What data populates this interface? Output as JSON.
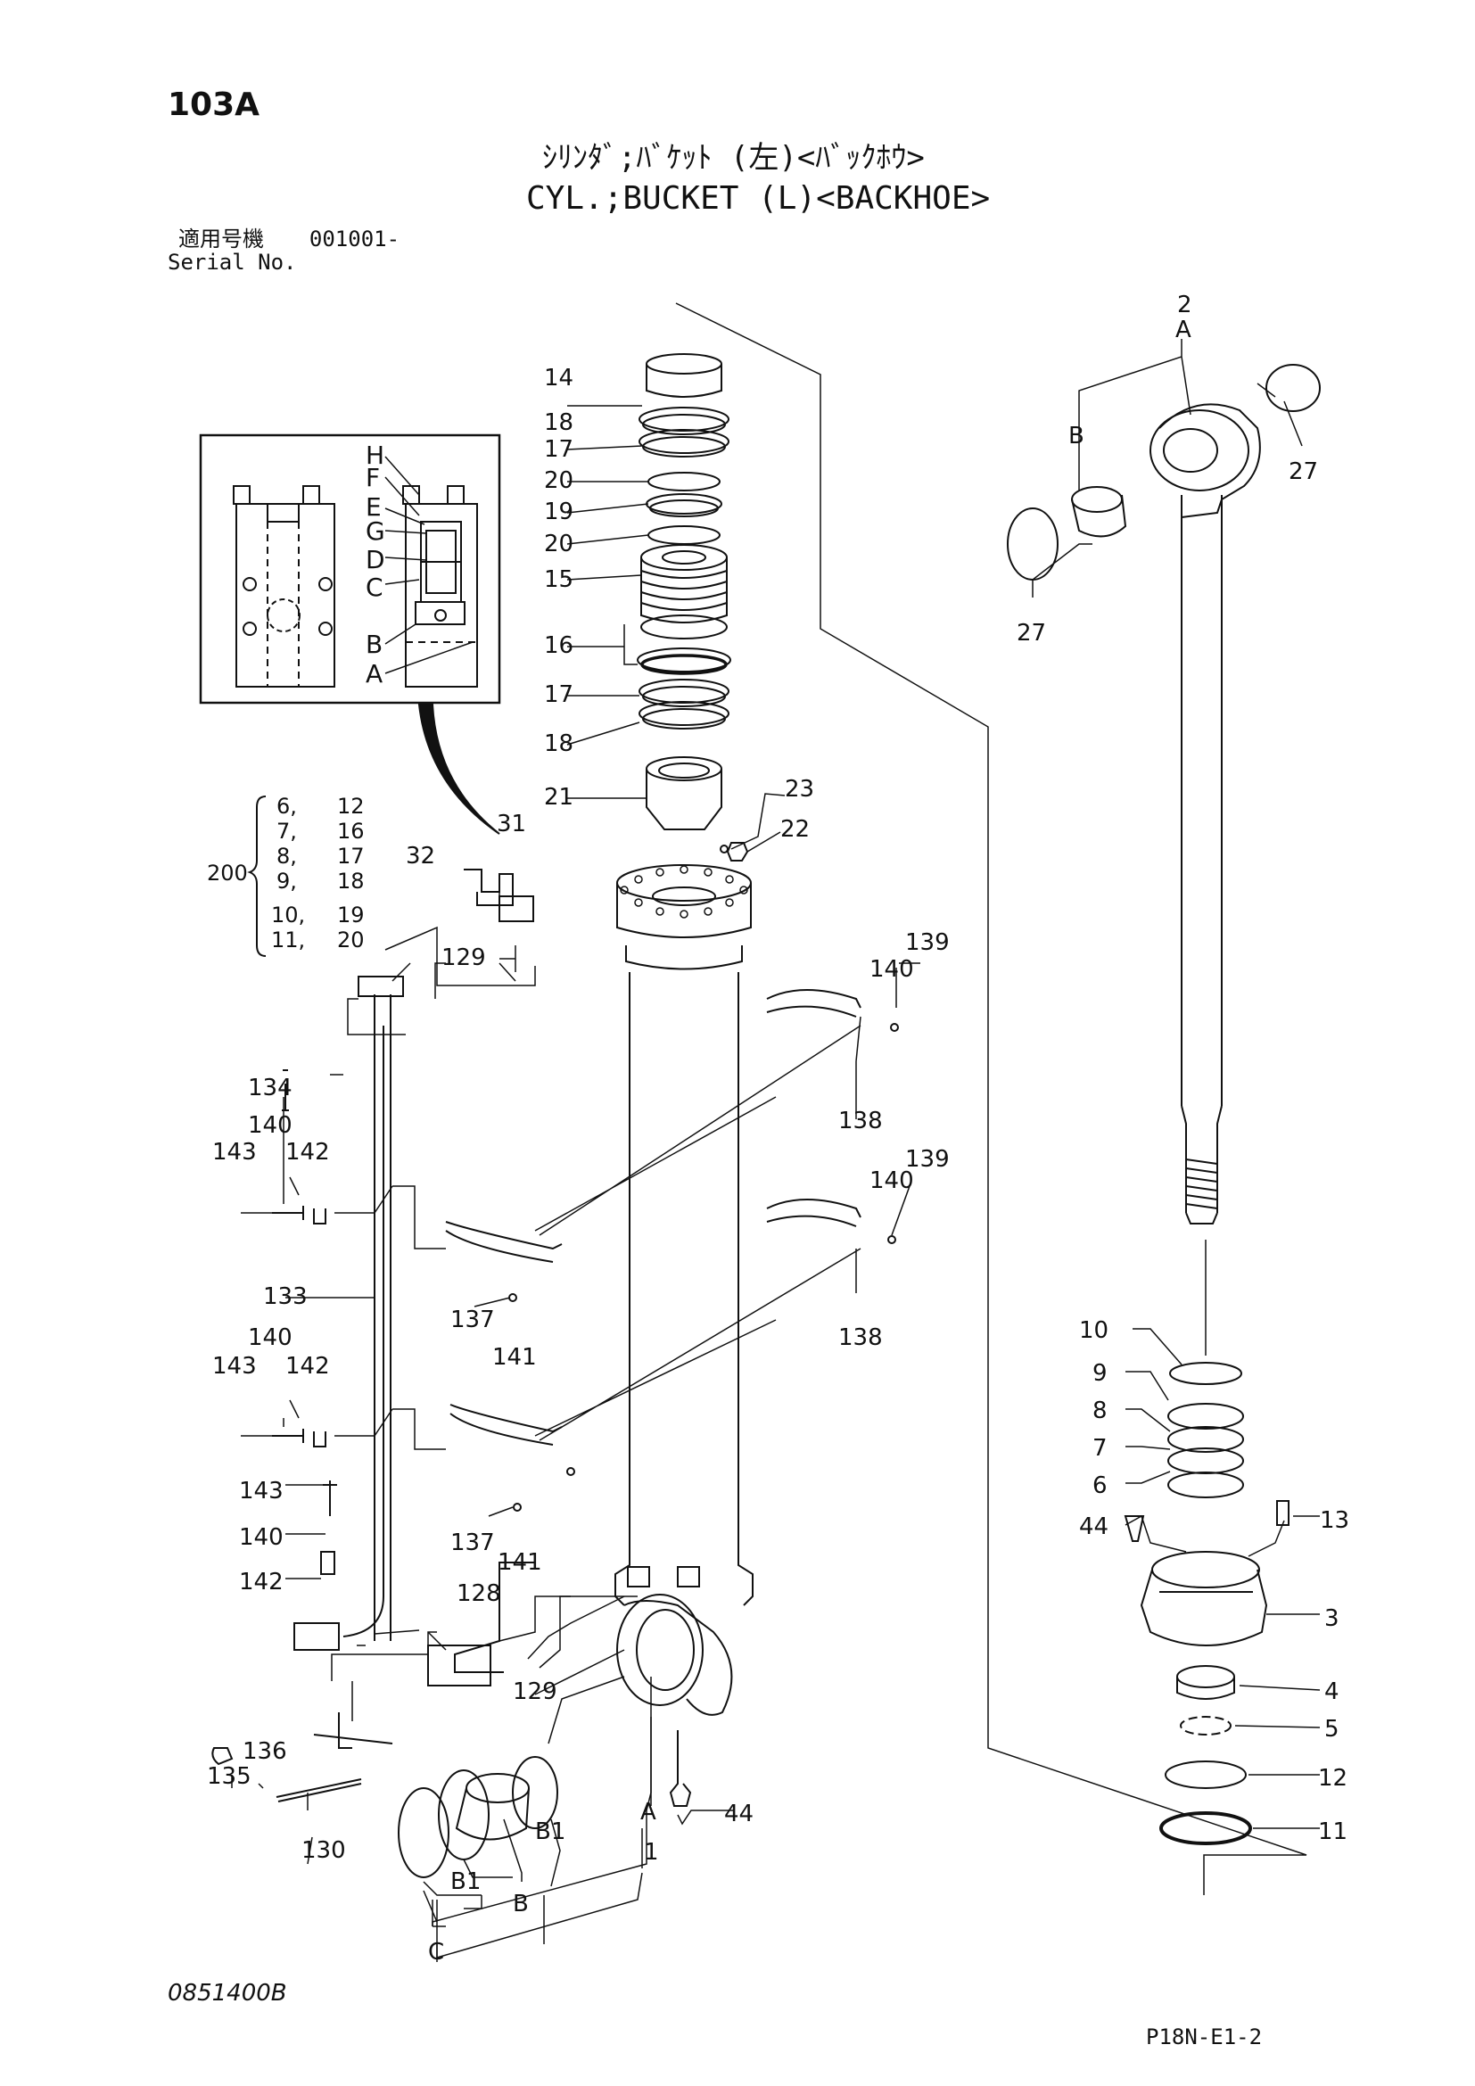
{
  "header": {
    "page_code": "103A",
    "title_jp": "ｼﾘﾝﾀﾞ;ﾊﾞｹｯﾄ (左)<ﾊﾞｯｸﾎｳ>",
    "title_en": "CYL.;BUCKET (L)<BACKHOE>",
    "serial_label_jp": "適用号機",
    "serial_value": "001001-",
    "serial_label_en": "Serial No."
  },
  "footer": {
    "drawing_number": "0851400B",
    "sheet_code": "P18N-E1-2"
  },
  "kit_200": {
    "label": "200",
    "pairs": [
      [
        "6,",
        "12"
      ],
      [
        "7,",
        "16"
      ],
      [
        "8,",
        "17"
      ],
      [
        "9,",
        "18"
      ],
      [
        "10,",
        "19"
      ],
      [
        "11,",
        "20"
      ]
    ]
  },
  "inset_labels": [
    "H",
    "F",
    "E",
    "G",
    "D",
    "C",
    "B",
    "A"
  ],
  "part_labels": {
    "p14": "14",
    "p18a": "18",
    "p17a": "17",
    "p20a": "20",
    "p19": "19",
    "p20b": "20",
    "p15": "15",
    "p16": "16",
    "p17b": "17",
    "p18b": "18",
    "p21": "21",
    "p23": "23",
    "p22": "22",
    "p31": "31",
    "p32": "32",
    "p129a": "129",
    "p2": "2",
    "pA_rod": "A",
    "pB_rod": "B",
    "p27a": "27",
    "p27b": "27",
    "p139a": "139",
    "p140a": "140",
    "p138a": "138",
    "p134": "134",
    "p140b": "140",
    "p143a": "143",
    "p142a": "142",
    "p139b": "139",
    "p140c": "140",
    "p137a": "137",
    "p141a": "141",
    "p138b": "138",
    "p133": "133",
    "p140d": "140",
    "p143b": "143",
    "p142b": "142",
    "p10": "10",
    "p9": "9",
    "p8": "8",
    "p7": "7",
    "p6": "6",
    "p44a": "44",
    "p13": "13",
    "p143c": "143",
    "p140e": "140",
    "p142c": "142",
    "p137b": "137",
    "p141b": "141",
    "p3": "3",
    "p128": "128",
    "p129b": "129",
    "p4": "4",
    "p5": "5",
    "p135": "135",
    "p136": "136",
    "p130": "130",
    "p12": "12",
    "p11": "11",
    "pB1a": "B1",
    "pB1b": "B1",
    "pB": "B",
    "pA": "A",
    "p44b": "44",
    "p1": "1",
    "pC": "C"
  }
}
